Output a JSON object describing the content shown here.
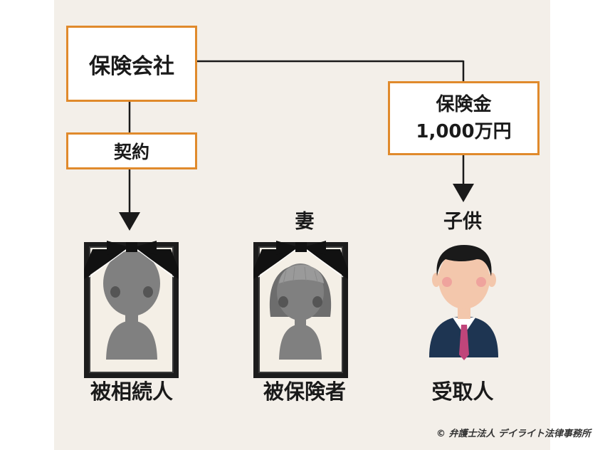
{
  "diagram": {
    "insurer": "保険会社",
    "contract": "契約",
    "benefit_line1": "保険金",
    "benefit_line2": "1,000万円",
    "wife": "妻",
    "child": "子供",
    "deceased": "被相続人",
    "insured": "被保険者",
    "recipient": "受取人"
  },
  "footer": {
    "copyright": "© 弁護士法人 デイライト法律事務所"
  },
  "colors": {
    "box_border": "#e08a2c",
    "background_panel": "#f3efe9",
    "frame": "#1c1c1c",
    "silhouette": "#808080",
    "suit": "#1e3552",
    "tie": "#c0457a",
    "skin": "#f3c7ac"
  },
  "icons": [
    "memorial-portrait-frame",
    "mourning-ribbon",
    "person-silhouette",
    "businessman-figure",
    "arrow-down"
  ]
}
